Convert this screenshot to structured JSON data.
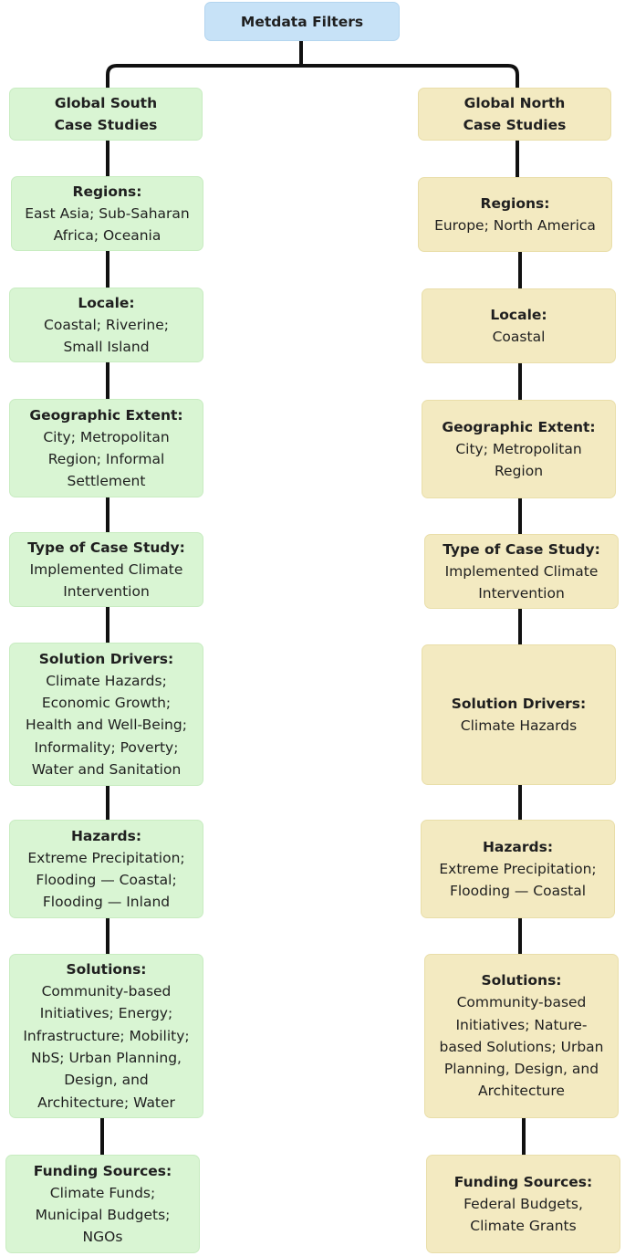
{
  "root": {
    "title": "Metdata Filters"
  },
  "columns": {
    "south": {
      "header": {
        "line1": "Global South",
        "line2": "Case Studies"
      },
      "items": [
        {
          "title": "Regions:",
          "lines": [
            "East Asia; Sub-Saharan",
            "Africa; Oceania"
          ]
        },
        {
          "title": "Locale:",
          "lines": [
            "Coastal; Riverine;",
            "Small Island"
          ]
        },
        {
          "title": "Geographic Extent:",
          "lines": [
            "City; Metropolitan",
            "Region; Informal",
            "Settlement"
          ]
        },
        {
          "title": "Type of Case Study:",
          "lines": [
            "Implemented Climate",
            "Intervention"
          ]
        },
        {
          "title": "Solution Drivers:",
          "lines": [
            "Climate Hazards;",
            "Economic Growth;",
            "Health and Well-Being;",
            "Informality; Poverty;",
            "Water and Sanitation"
          ]
        },
        {
          "title": "Hazards:",
          "lines": [
            "Extreme Precipitation;",
            "Flooding — Coastal;",
            "Flooding — Inland"
          ]
        },
        {
          "title": "Solutions:",
          "lines": [
            "Community-based",
            "Initiatives; Energy;",
            "Infrastructure; Mobility;",
            "NbS; Urban Planning,",
            "Design, and",
            "Architecture; Water"
          ]
        },
        {
          "title": "Funding Sources:",
          "lines": [
            "Climate Funds;",
            "Municipal Budgets;",
            "NGOs"
          ]
        }
      ]
    },
    "north": {
      "header": {
        "line1": "Global North",
        "line2": "Case Studies"
      },
      "items": [
        {
          "title": "Regions:",
          "lines": [
            "Europe; North America"
          ]
        },
        {
          "title": "Locale:",
          "lines": [
            "Coastal"
          ]
        },
        {
          "title": "Geographic Extent:",
          "lines": [
            "City; Metropolitan",
            "Region"
          ]
        },
        {
          "title": "Type of Case Study:",
          "lines": [
            "Implemented Climate",
            "Intervention"
          ]
        },
        {
          "title": "Solution Drivers:",
          "lines": [
            "Climate Hazards"
          ]
        },
        {
          "title": "Hazards:",
          "lines": [
            "Extreme Precipitation;",
            "Flooding — Coastal"
          ]
        },
        {
          "title": "Solutions:",
          "lines": [
            "Community-based",
            "Initiatives; Nature-",
            "based Solutions; Urban",
            "Planning, Design, and",
            "Architecture"
          ]
        },
        {
          "title": "Funding Sources:",
          "lines": [
            "Federal Budgets,",
            "Climate Grants"
          ]
        }
      ]
    }
  }
}
